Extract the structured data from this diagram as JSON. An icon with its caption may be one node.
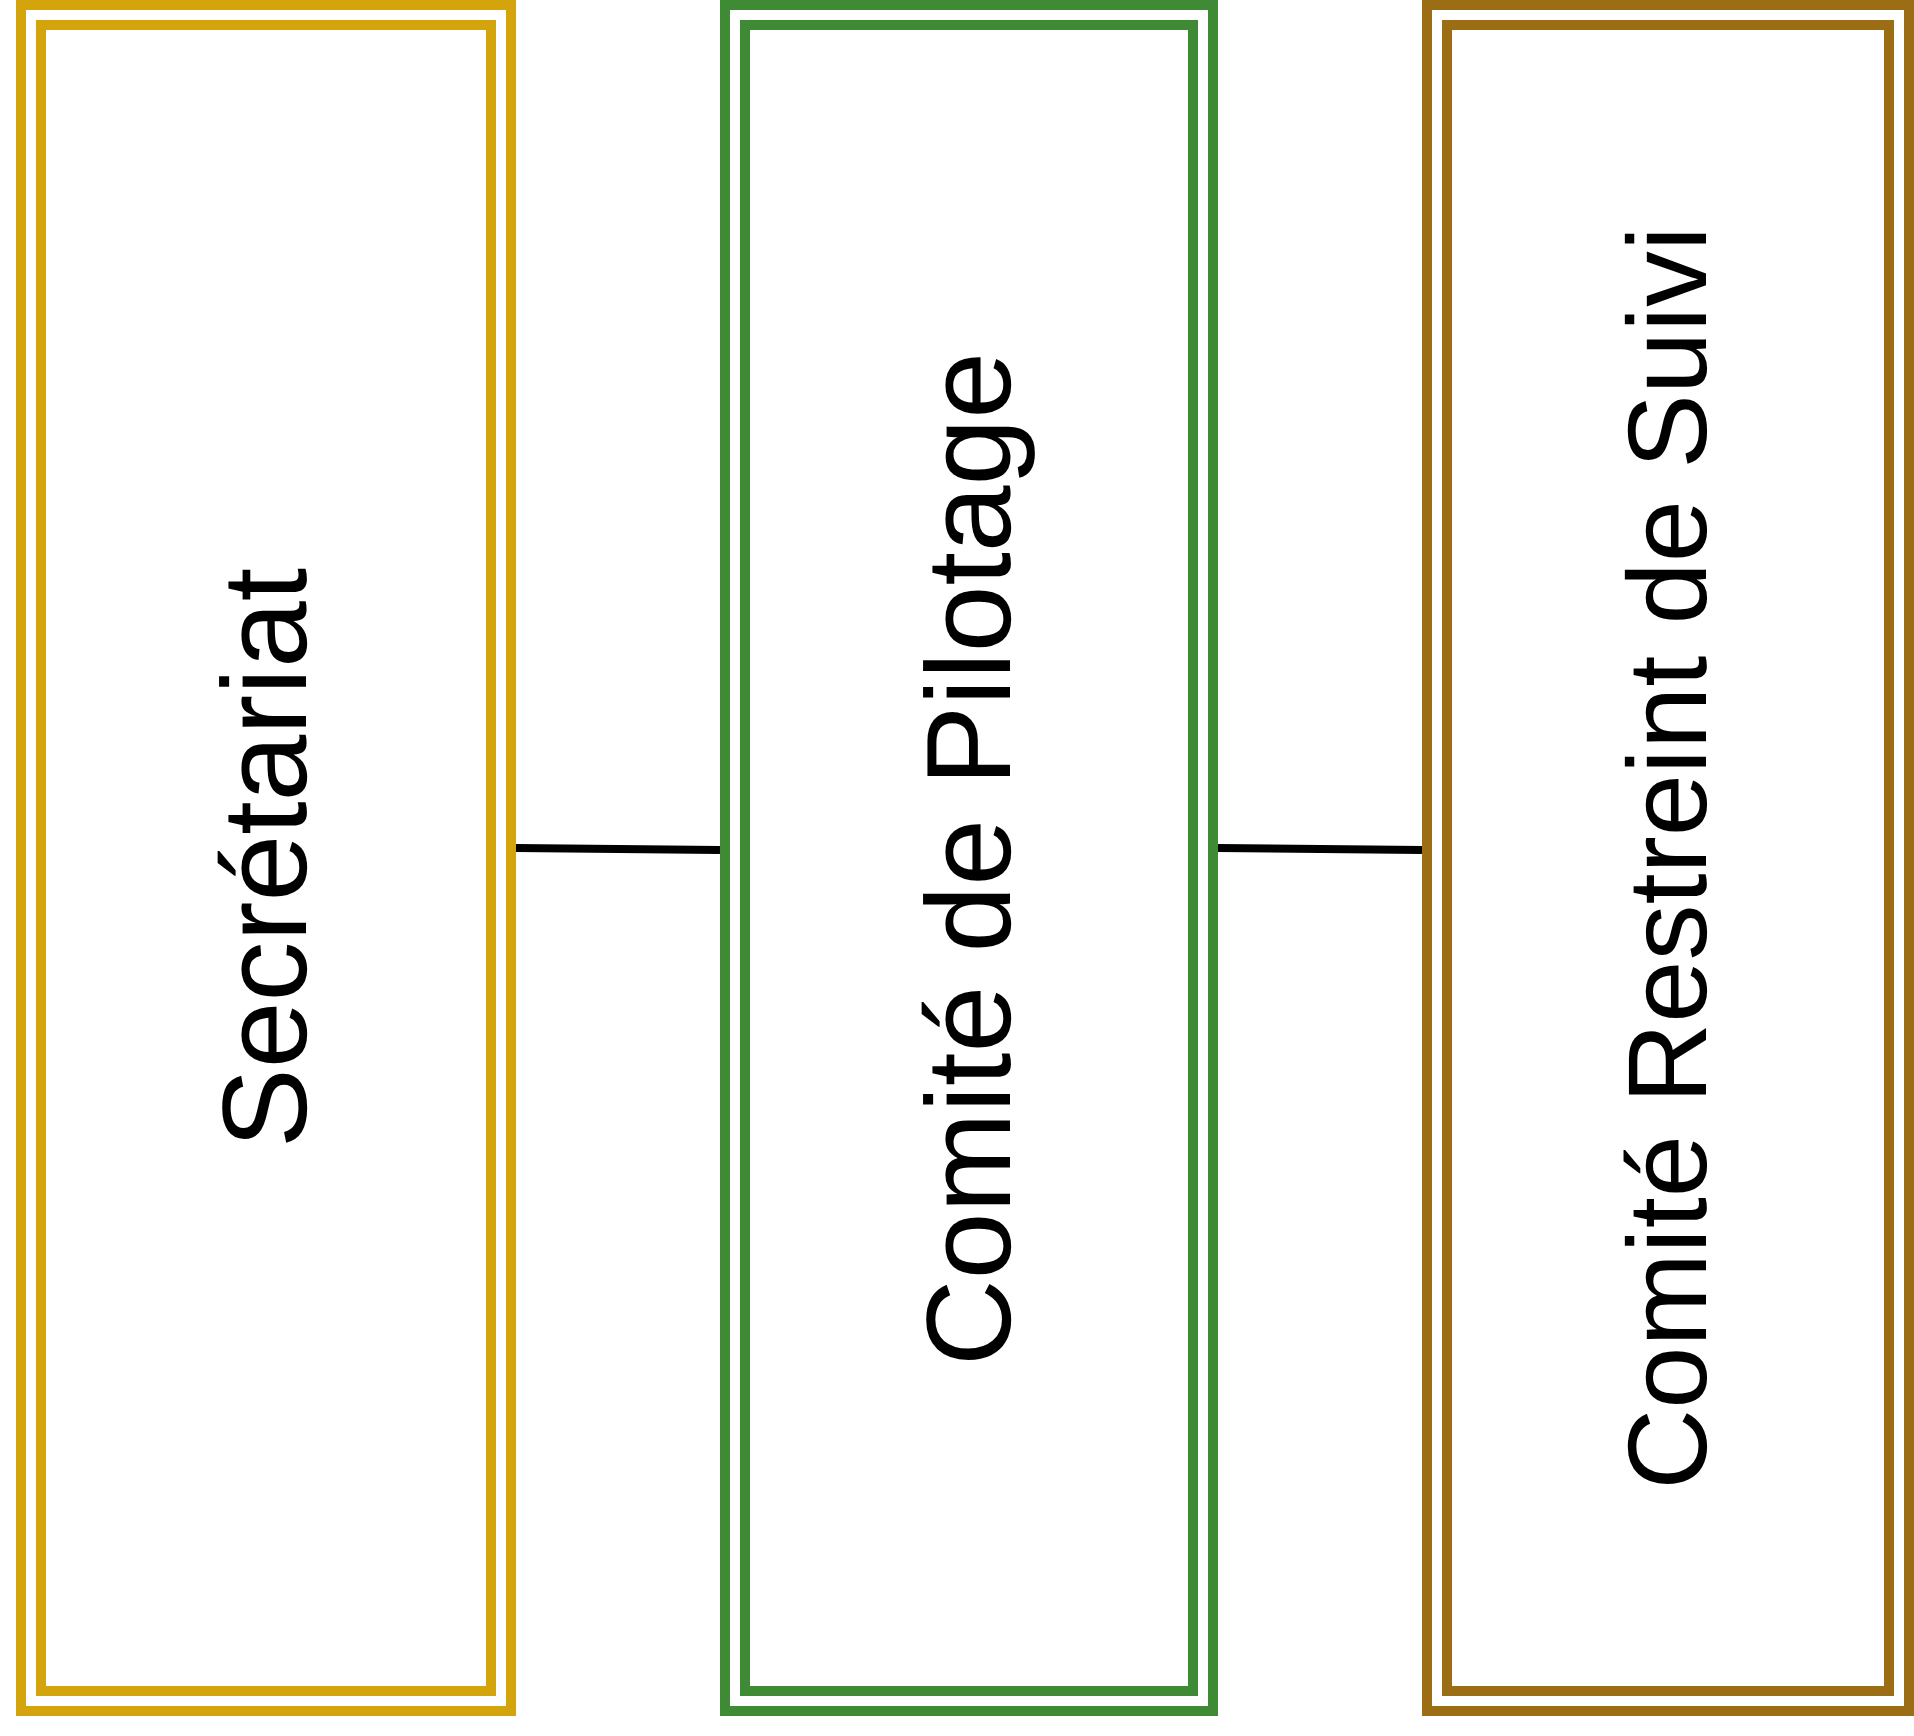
{
  "diagram": {
    "nodes": [
      {
        "text": [
          "Secrétariat"
        ]
      },
      {
        "text": [
          "Comité de Pilotage"
        ]
      },
      {
        "text": [
          "Comité Restreint de Suivi"
        ]
      }
    ],
    "edges": [
      {
        "from": 0,
        "to": 1,
        "arrow": "none"
      },
      {
        "from": 1,
        "to": 2,
        "arrow": "none"
      }
    ]
  }
}
